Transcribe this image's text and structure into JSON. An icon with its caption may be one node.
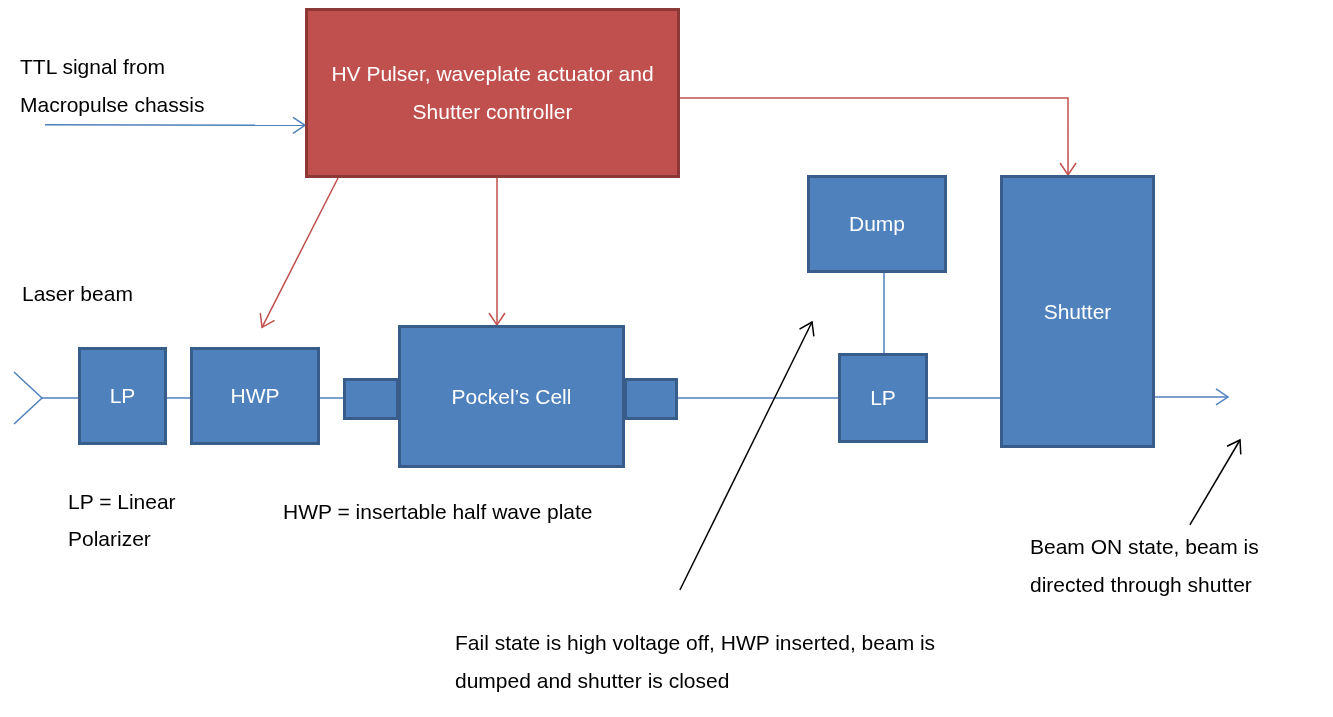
{
  "diagram": {
    "nodes": [
      {
        "text": [
          "HV Pulser, waveplate actuator and Shutter controller"
        ]
      },
      {
        "text": [
          "TTL signal from Macropulse chassis"
        ]
      },
      {
        "text": [
          "LP"
        ]
      },
      {
        "text": [
          "HWP"
        ]
      },
      {
        "text": [],
        "shape": "box"
      },
      {
        "text": [
          "Pockel’s Cell"
        ]
      },
      {
        "text": [],
        "shape": "box"
      },
      {
        "text": [
          "Dump"
        ]
      },
      {
        "text": [
          "LP"
        ]
      },
      {
        "text": [
          "Shutter"
        ]
      },
      {
        "text": [
          "Fail state is high voltage off, HWP inserted, beam is dumped and shutter is closed"
        ]
      },
      {
        "text": [
          "Beam ON state, beam is directed through shutter"
        ]
      }
    ],
    "edges": [
      {
        "from": 1,
        "to": 0,
        "arrow": "to"
      },
      {
        "from": 0,
        "to": 3,
        "arrow": "to",
        "color": "#c0504d"
      },
      {
        "from": 0,
        "to": 5,
        "arrow": "to",
        "color": "#c0504d"
      },
      {
        "from": 0,
        "to": 9,
        "arrow": "to",
        "color": "#c0504d"
      },
      {
        "from": null,
        "to": 2,
        "arrow": "other"
      },
      {
        "from": 2,
        "to": 3,
        "arrow": "none"
      },
      {
        "from": 3,
        "to": 4,
        "arrow": "none"
      },
      {
        "from": 6,
        "to": 8,
        "arrow": "none"
      },
      {
        "from": 8,
        "to": 7,
        "arrow": "none"
      },
      {
        "from": 8,
        "to": 9,
        "arrow": "none"
      },
      {
        "from": 9,
        "to": null,
        "arrow": "to"
      },
      {
        "from": 10,
        "to": null,
        "arrow": "to",
        "color": "#000000"
      },
      {
        "from": 11,
        "to": null,
        "arrow": "to",
        "color": "#000000"
      }
    ],
    "labels": [
      "Laser beam",
      "LP = Linear Polarizer",
      "HWP = insertable half wave plate"
    ]
  }
}
